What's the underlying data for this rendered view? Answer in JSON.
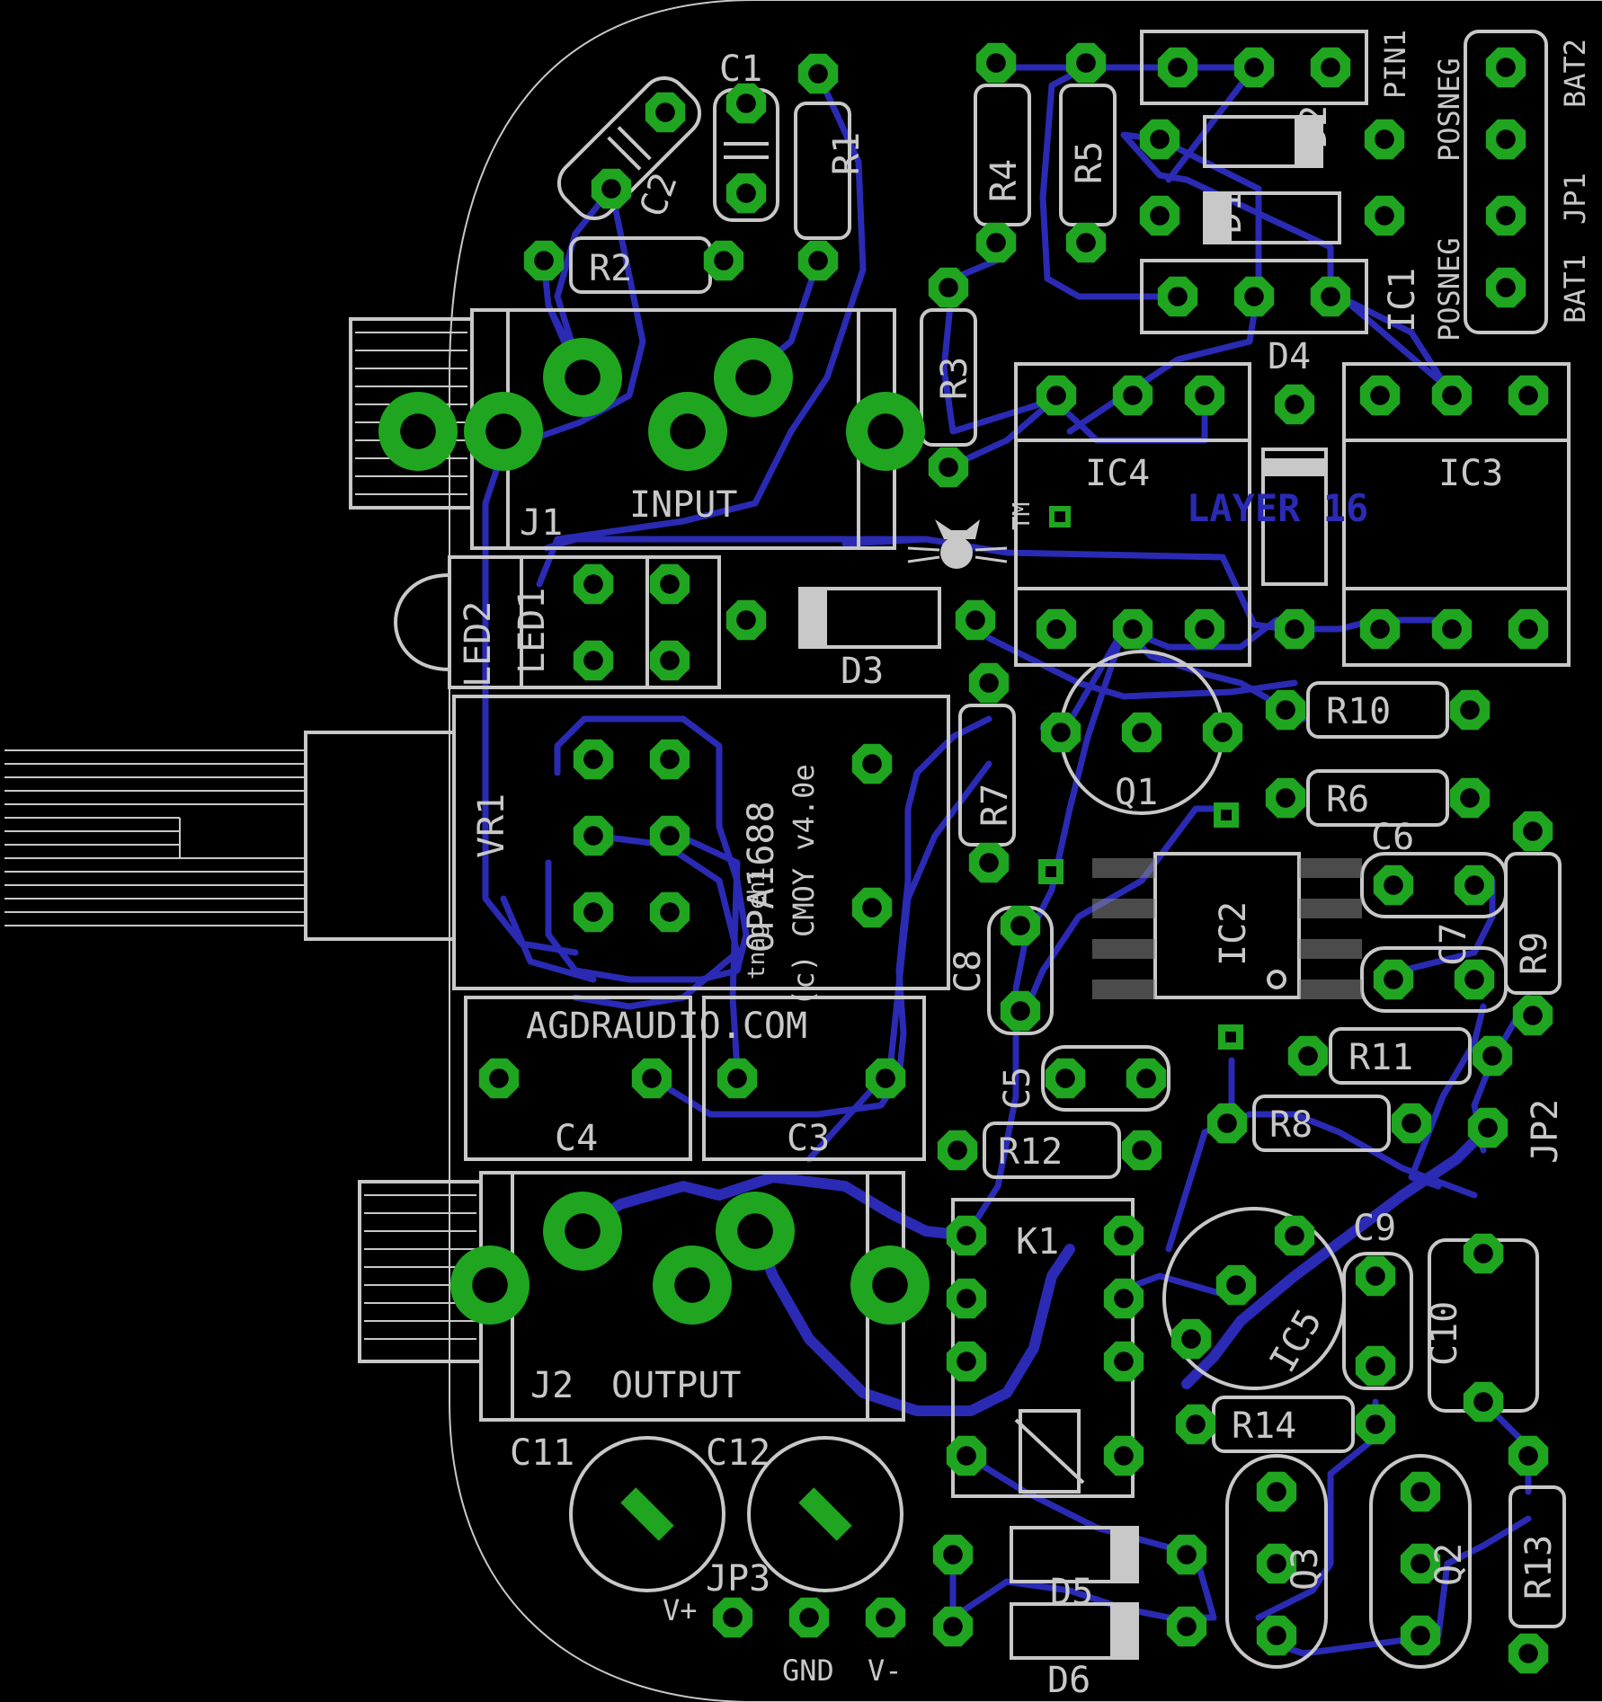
{
  "labels": {
    "C1": "C1",
    "C2": "C2",
    "R1": "R1",
    "R2": "R2",
    "R3": "R3",
    "R4": "R4",
    "R5": "R5",
    "PIN1": "PIN1",
    "BAT2": "BAT2",
    "JP1": "JP1",
    "BAT1": "BAT1",
    "POSNEG": "POSNEG",
    "D1": "D1",
    "D2": "D2",
    "IC1": "IC1",
    "D4": "D4",
    "IC3": "IC3",
    "IC4": "IC4",
    "TM": "TM",
    "LAYER": "LAYER 16",
    "J1": "J1",
    "INPUT": "INPUT",
    "LED2": "LED2",
    "LED1": "LED1",
    "D3": "D3",
    "VR1": "VR1",
    "OPA": "OPA1688",
    "credit1": "(c) CMOY v4.0e",
    "credit2": "tnag ehi",
    "R7": "R7",
    "Q1": "Q1",
    "R10": "R10",
    "R6": "R6",
    "C6": "C6",
    "C7": "C7",
    "R9": "R9",
    "IC2": "IC2",
    "C8": "C8",
    "C5": "C5",
    "AGDR": "AGDRAUDIO.COM",
    "C4": "C4",
    "C3": "C3",
    "R11": "R11",
    "R8": "R8",
    "R12": "R12",
    "JP2": "JP2",
    "K1": "K1",
    "C9": "C9",
    "C10": "C10",
    "IC5": "IC5",
    "J2": "J2",
    "OUTPUT": "OUTPUT",
    "R14": "R14",
    "C11": "C11",
    "C12": "C12",
    "JP3": "JP3",
    "D5": "D5",
    "D6": "D6",
    "Q3": "Q3",
    "Q2": "Q2",
    "R13": "R13",
    "Vplus": "V+",
    "GND": "GND",
    "Vminus": "V-"
  },
  "colors": {
    "background": "#000000",
    "silkscreen": "#c8c8c8",
    "trace": "#2a2ab4",
    "pad": "#1fa51f"
  }
}
